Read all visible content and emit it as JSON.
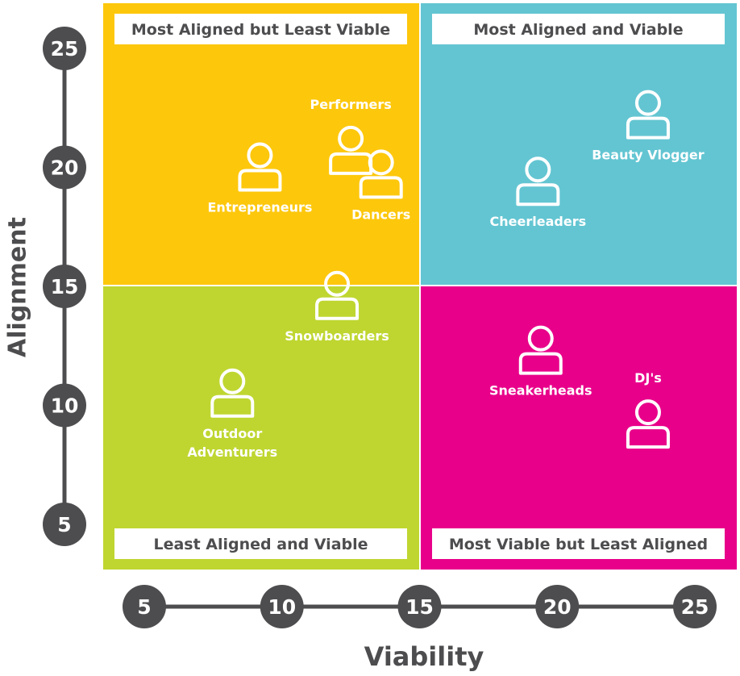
{
  "chart_data": {
    "type": "scatter",
    "xlabel": "Viability",
    "ylabel": "Alignment",
    "xlim": [
      5,
      25
    ],
    "ylim": [
      5,
      25
    ],
    "x_ticks": [
      5,
      10,
      15,
      20,
      25
    ],
    "y_ticks": [
      5,
      10,
      15,
      20,
      25
    ],
    "grid": false,
    "quadrants": [
      {
        "label": "Most Aligned but Least Viable",
        "color": "#fdc70c"
      },
      {
        "label": "Most Aligned and Viable",
        "color": "#63c5d2"
      },
      {
        "label": "Least Aligned and Viable",
        "color": "#bfd630"
      },
      {
        "label": "Most Viable but Least Aligned",
        "color": "#e8008a"
      }
    ],
    "points": [
      {
        "label": "Performers",
        "x": 12.5,
        "y": 20.7
      },
      {
        "label": "Entrepreneurs",
        "x": 9.2,
        "y": 20.0
      },
      {
        "label": "Dancers",
        "x": 13.6,
        "y": 19.7
      },
      {
        "label": "Snowboarders",
        "x": 12.0,
        "y": 14.6
      },
      {
        "label": "Outdoor Adventurers",
        "x": 8.2,
        "y": 10.5
      },
      {
        "label": "Beauty Vlogger",
        "x": 23.3,
        "y": 22.2
      },
      {
        "label": "Cheerleaders",
        "x": 19.3,
        "y": 19.4
      },
      {
        "label": "Sneakerheads",
        "x": 19.4,
        "y": 12.3
      },
      {
        "label": "DJ's",
        "x": 23.3,
        "y": 9.2
      }
    ],
    "icon": "person-icon",
    "axis_color": "#4d4d4f"
  }
}
